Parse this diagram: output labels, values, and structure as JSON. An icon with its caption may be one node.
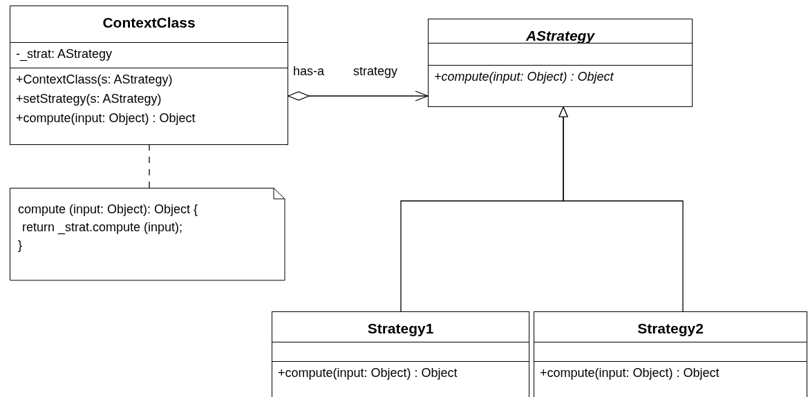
{
  "diagram": {
    "nodes": [
      {
        "text": [
          "ContextClass",
          "-_strat: AStrategy",
          "+ContextClass(s: AStrategy)",
          "+setStrategy(s: AStrategy)",
          "+compute(input: Object) : Object"
        ]
      },
      {
        "text": [
          "AStrategy",
          "+compute(input: Object) : Object"
        ]
      },
      {
        "text": [
          "compute (input: Object): Object {",
          "return _strat.compute (input);",
          "}"
        ]
      },
      {
        "text": [
          "Strategy1",
          "+compute(input: Object) : Object"
        ]
      },
      {
        "text": [
          "Strategy2",
          "+compute(input: Object) : Object"
        ]
      }
    ],
    "edges": [
      {
        "from": 0,
        "to": 1,
        "arrow": "to",
        "label": "has-a"
      },
      {
        "from": 2,
        "to": 0,
        "arrow": "none",
        "style": "dashed"
      },
      {
        "from": 3,
        "to": 1,
        "arrow": "to"
      },
      {
        "from": 4,
        "to": 1,
        "arrow": "to"
      }
    ],
    "labels": [
      "strategy"
    ]
  }
}
